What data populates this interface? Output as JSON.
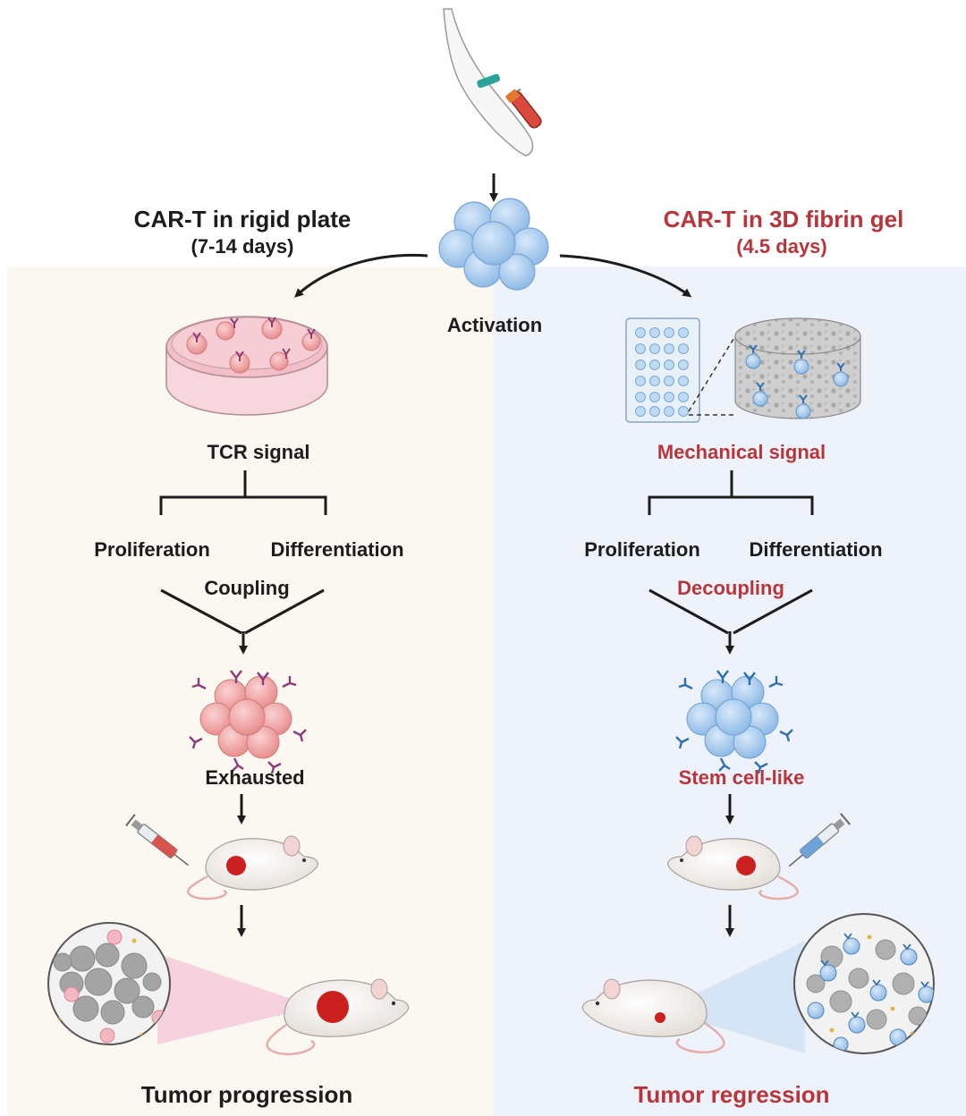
{
  "left": {
    "title": "CAR-T   in rigid plate",
    "duration": "(7-14 days)",
    "signal": "TCR signal",
    "branch_a": "Proliferation",
    "branch_b": "Differentiation",
    "relation": "Coupling",
    "state": "Exhausted",
    "outcome": "Tumor progression"
  },
  "right": {
    "title": "CAR-T  in 3D fibrin gel",
    "duration": "(4.5 days)",
    "signal": "Mechanical signal",
    "branch_a": "Proliferation",
    "branch_b": "Differentiation",
    "relation": "Decoupling",
    "state": "Stem cell-like",
    "outcome": "Tumor regression"
  },
  "center": {
    "step": "Activation"
  },
  "colors": {
    "left_panel_bg": "#fbf8f1",
    "right_panel_bg": "#eef3fb",
    "accent_red": "#b8353a",
    "exhausted_cell": "#f2a7a7",
    "stem_cell": "#a9cdef",
    "receptor_purple": "#8b3a7a",
    "receptor_blue": "#2f6fb0"
  }
}
